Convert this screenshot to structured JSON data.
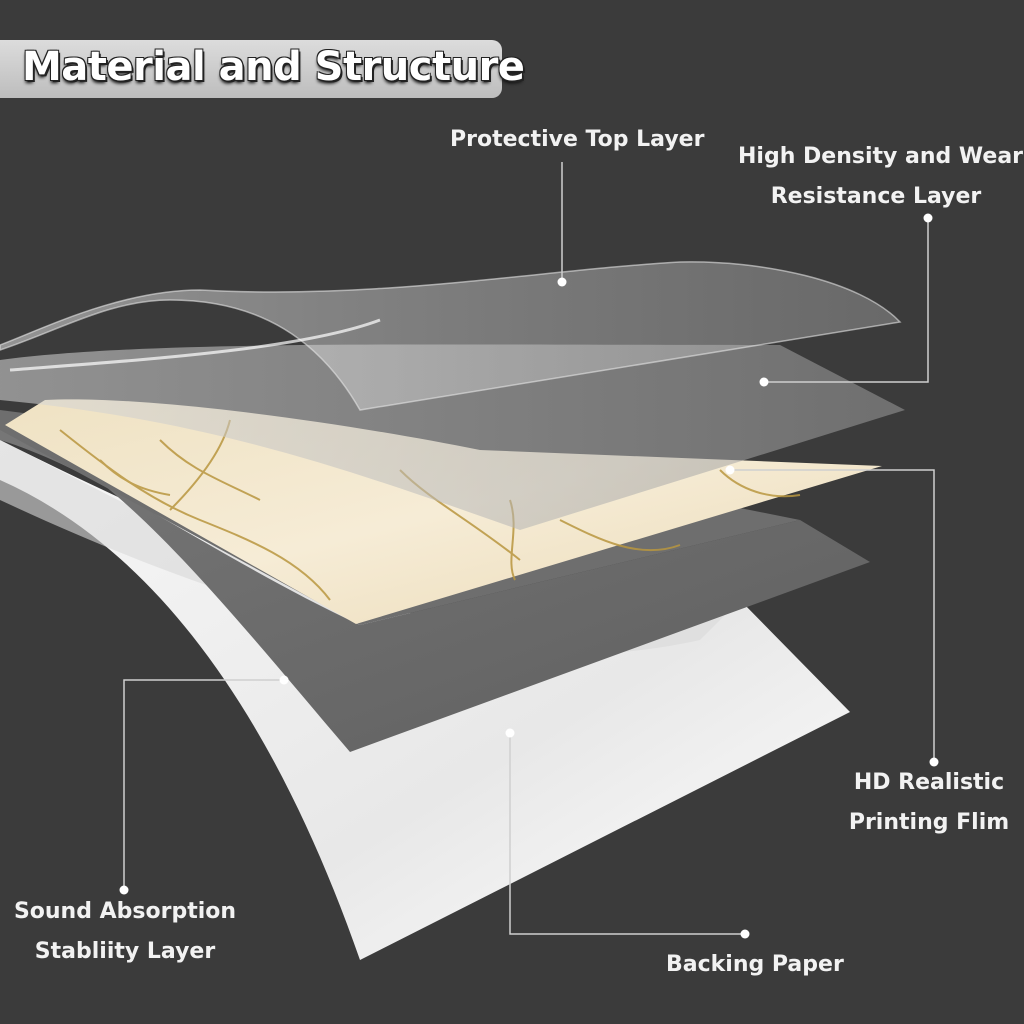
{
  "title": "Material and Structure",
  "colors": {
    "background": "#3b3b3b",
    "label_text": "#f2f2f2",
    "leader_lines": "#cfcfcf"
  },
  "labels": {
    "protective_top_layer": "Protective Top Layer",
    "wear_layer_line1": "High Density and Wear",
    "wear_layer_line2": "Resistance Layer",
    "printing_film_line1": "HD Realistic",
    "printing_film_line2": "Printing Flim",
    "sound_layer_line1": "Sound Absorption",
    "sound_layer_line2": "Stabliity  Layer",
    "backing_paper": "Backing Paper"
  },
  "layers_order_top_to_bottom": [
    "protective_top_layer",
    "wear_resistance_layer",
    "printing_film",
    "sound_absorption_layer",
    "backing_paper"
  ]
}
